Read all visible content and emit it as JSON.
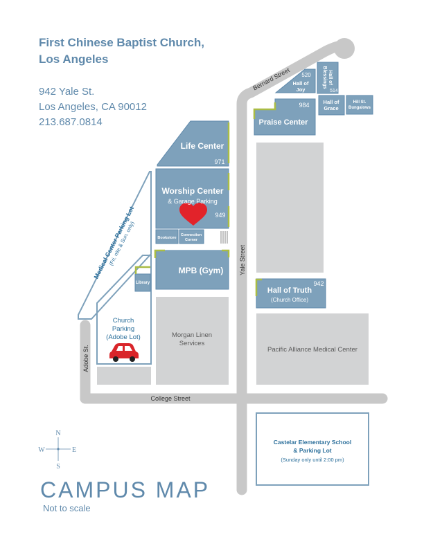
{
  "header": {
    "church_line1": "First Chinese Baptist Church,",
    "church_line2": "Los Angeles",
    "address_line1": "942 Yale St.",
    "address_line2": "Los Angeles, CA 90012",
    "phone": "213.687.0814"
  },
  "title": {
    "main": "CAMPUS MAP",
    "sub": "Not to scale"
  },
  "colors": {
    "building_fill": "#7ea1bb",
    "building_stroke": "#5f89ab",
    "gray_block": "#d2d3d4",
    "street_gray": "#c8c8c8",
    "heart_red": "#e2232a",
    "entrance_green": "#a9bc45",
    "text_blue": "#5f89ab"
  },
  "streets": {
    "bernard": "Bernard Street",
    "yale": "Yale Street",
    "adobe": "Adobe St.",
    "college": "College Street"
  },
  "buildings": {
    "life_center": "Life Center",
    "life_center_num": "971",
    "worship_line1": "Worship Center",
    "worship_line2": "& Garage Parking",
    "worship_num": "949",
    "bookstore": "Bookstore",
    "connection_line1": "Connection",
    "connection_line2": "Corner",
    "mpb": "MPB (Gym)",
    "library": "Library",
    "praise_center": "Praise Center",
    "praise_num": "984",
    "hall_joy_line1": "Hall of",
    "hall_joy_line2": "Joy",
    "hall_joy_num": "520",
    "hall_blessings_line1": "Hall of",
    "hall_blessings_line2": "Blessings",
    "hall_blessings_num": "514",
    "hall_grace_line1": "Hall of",
    "hall_grace_line2": "Grace",
    "hill_st_line1": "Hill St.",
    "hill_st_line2": "Bungalows",
    "hall_truth_line1": "Hall of Truth",
    "hall_truth_line2": "(Church Office)",
    "hall_truth_num": "942",
    "medical_lot_line1": "Medical Center Parking Lot",
    "medical_lot_line2": "(Fri. nite & Sun. only)",
    "church_parking_line1": "Church",
    "church_parking_line2": "Parking",
    "church_parking_line3": "(Adobe Lot)",
    "morgan_line1": "Morgan Linen",
    "morgan_line2": "Services",
    "pacific": "Pacific Alliance Medical Center",
    "castelar_line1": "Castelar Elementary School",
    "castelar_line2": "& Parking Lot",
    "castelar_line3": "(Sunday only until 2:00 pm)"
  },
  "compass": {
    "north": "N",
    "south": "S",
    "east": "E",
    "west": "W"
  }
}
